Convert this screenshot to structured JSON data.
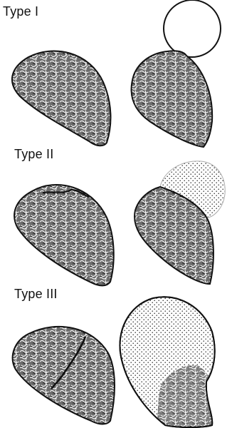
{
  "types": [
    {
      "label": "Type I"
    },
    {
      "label": "Type II"
    },
    {
      "label": "Type III"
    }
  ],
  "colors": {
    "ink": "#111111",
    "background": "#ffffff"
  }
}
